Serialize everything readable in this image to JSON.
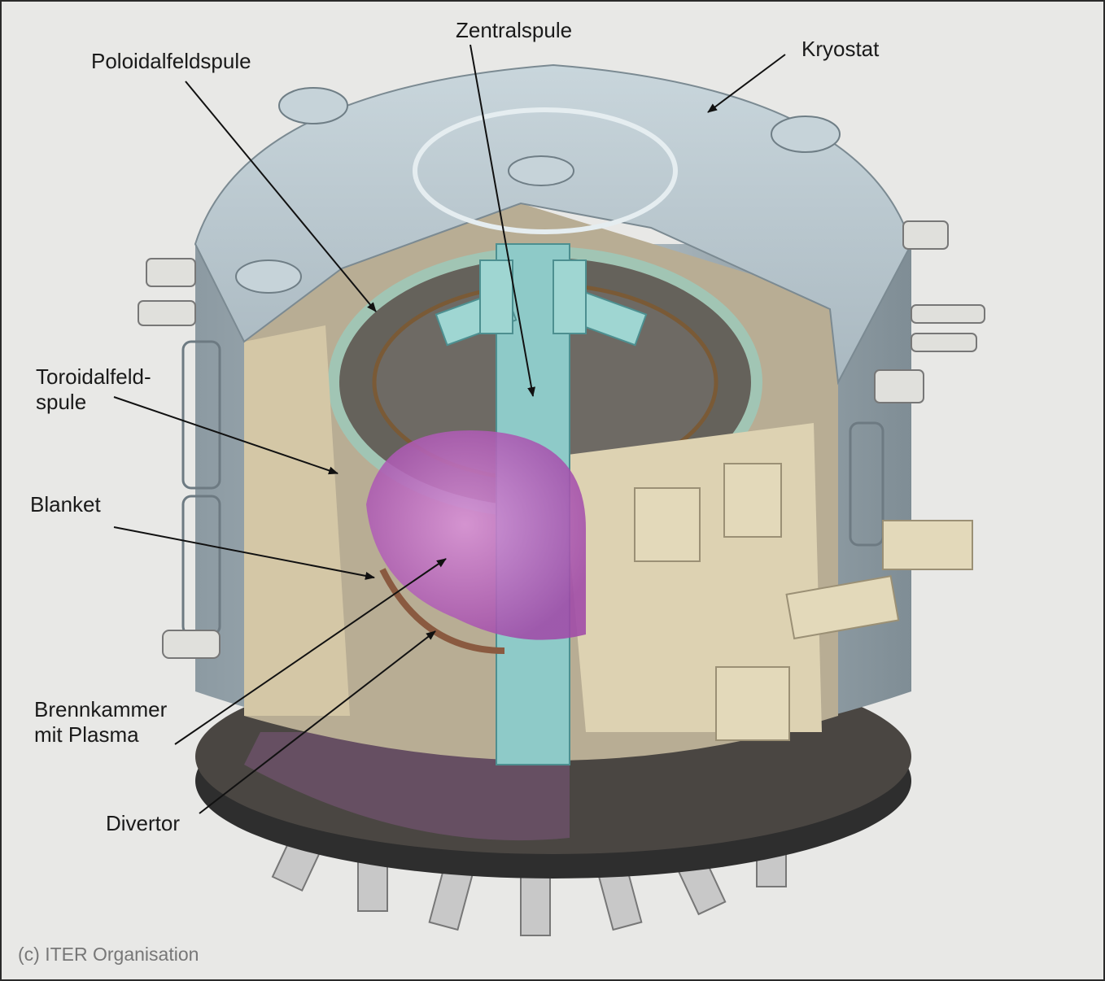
{
  "labels": {
    "poloidal": "Poloidalfeldspule",
    "central": "Zentralspule",
    "cryostat": "Kryostat",
    "toroidal_1": "Toroidalfeld-",
    "toroidal_2": "spule",
    "blanket": "Blanket",
    "chamber_1": "Brennkammer",
    "chamber_2": "mit Plasma",
    "divertor": "Divertor"
  },
  "copyright": "(c) ITER Organisation",
  "colors": {
    "background": "#e8e8e6",
    "cryostat": "#b8c6cc",
    "interior": "#d8ccae",
    "plasma": "#c070c0",
    "central_column": "#8ecac8",
    "base": "#2e2e2e"
  }
}
